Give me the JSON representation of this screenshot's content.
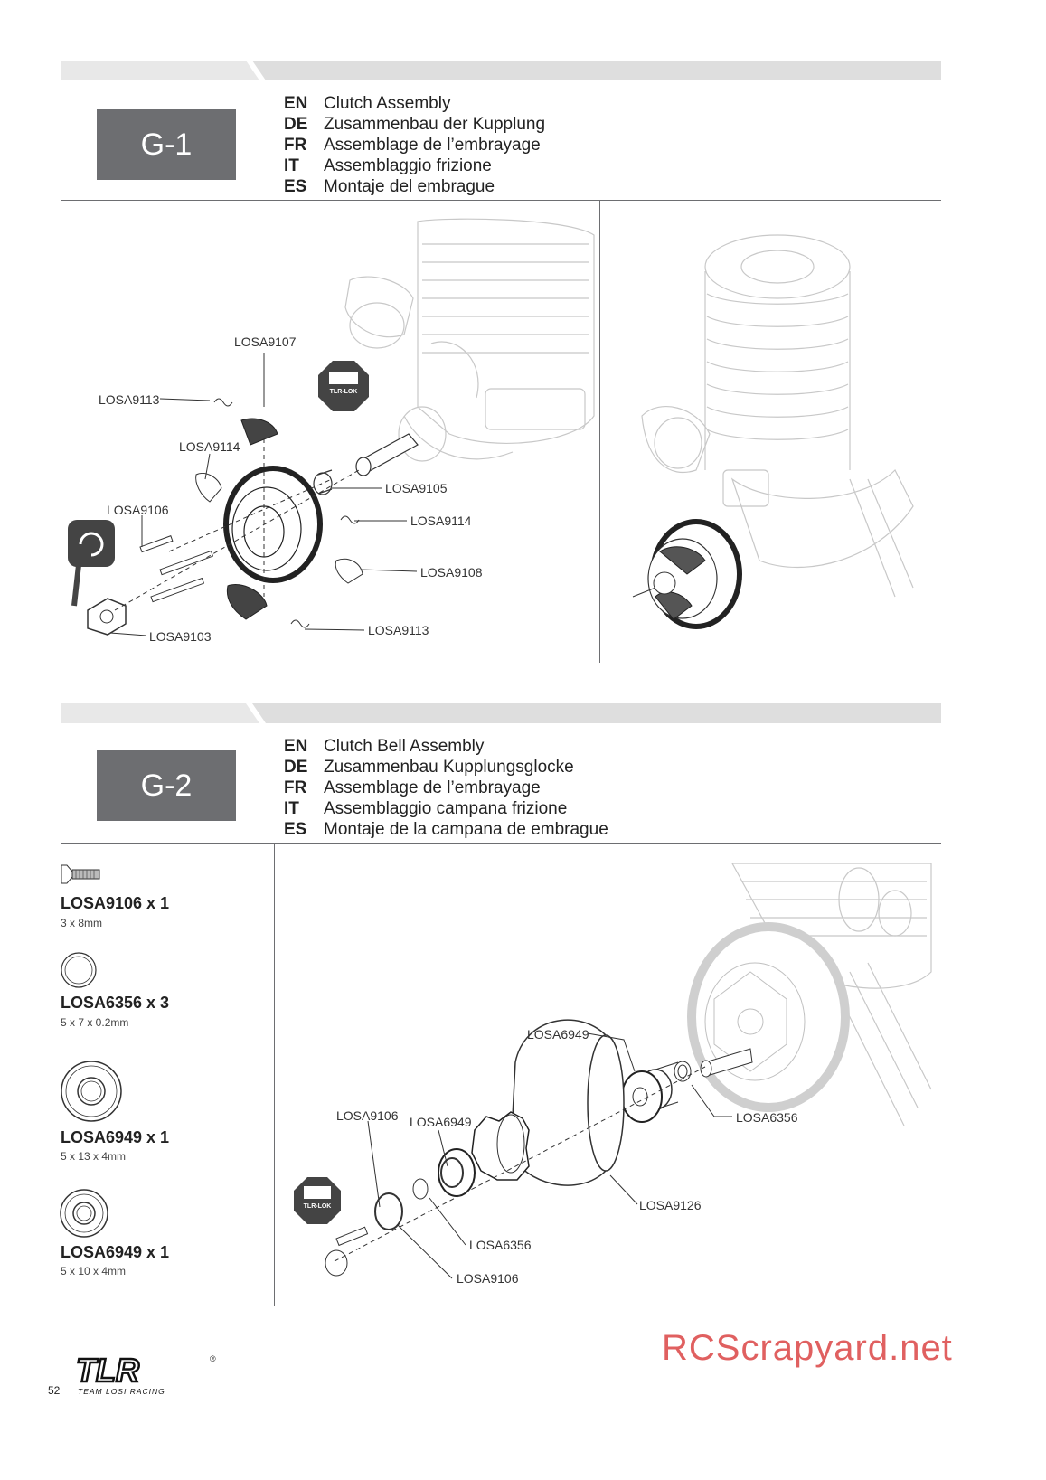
{
  "sections": [
    {
      "step_label": "G-1",
      "titles": [
        {
          "code": "EN",
          "text": "Clutch Assembly"
        },
        {
          "code": "DE",
          "text": "Zusammenbau der Kupplung"
        },
        {
          "code": "FR",
          "text": "Assemblage de l’embrayage"
        },
        {
          "code": "IT",
          "text": "Assemblaggio frizione"
        },
        {
          "code": "ES",
          "text": "Montaje del embrague"
        }
      ],
      "callouts": {
        "losa9107": "LOSA9107",
        "losa9113_top": "LOSA9113",
        "losa9114_left": "LOSA9114",
        "losa9106": "LOSA9106",
        "losa9105": "LOSA9105",
        "losa9114_right": "LOSA9114",
        "losa9108": "LOSA9108",
        "losa9113_bottom": "LOSA9113",
        "losa9103": "LOSA9103"
      },
      "tlr_lok": "TLR-LOK"
    },
    {
      "step_label": "G-2",
      "titles": [
        {
          "code": "EN",
          "text": "Clutch Bell Assembly"
        },
        {
          "code": "DE",
          "text": "Zusammenbau Kupplungsglocke"
        },
        {
          "code": "FR",
          "text": "Assemblage de l’embrayage"
        },
        {
          "code": "IT",
          "text": "Assemblaggio campana frizione"
        },
        {
          "code": "ES",
          "text": "Montaje de la campana de embrague"
        }
      ],
      "parts": [
        {
          "name": "LOSA9106 x 1",
          "size": "3 x 8mm",
          "icon": "screw-icon"
        },
        {
          "name": "LOSA6356 x 3",
          "size": "5 x 7 x 0.2mm",
          "icon": "shim-icon"
        },
        {
          "name": "LOSA6949 x 1",
          "size": "5 x 13 x 4mm",
          "icon": "bearing-large-icon"
        },
        {
          "name": "LOSA6949 x 1",
          "size": "5 x 10 x 4mm",
          "icon": "bearing-small-icon"
        }
      ],
      "callouts": {
        "losa6949_top": "LOSA6949",
        "losa6356_right": "LOSA6356",
        "losa9106_top": "LOSA9106",
        "losa6949_mid": "LOSA6949",
        "losa9126": "LOSA9126",
        "losa6356_bottom": "LOSA6356",
        "losa9106_bottom": "LOSA9106"
      },
      "tlr_lok": "TLR-LOK"
    }
  ],
  "footer": {
    "page_number": "52",
    "brand": "TLR",
    "brand_sub": "TEAM LOSI RACING",
    "registered": "®",
    "watermark": "RCScrapyard.net"
  },
  "colors": {
    "step_box": "#6d6e71",
    "banner": "#e6e6e6",
    "rule": "#6d6e71",
    "watermark": "#e06060"
  }
}
